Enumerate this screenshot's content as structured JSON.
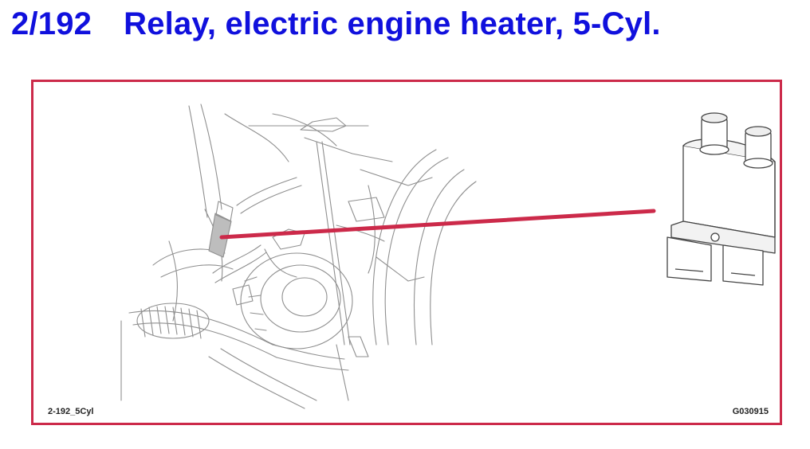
{
  "header": {
    "number": "2/192",
    "title": "Relay, electric engine heater, 5-Cyl."
  },
  "figure": {
    "ref_code": "2-192_5Cyl",
    "figure_id": "G030915"
  },
  "colors": {
    "title": "#1010dd",
    "frame": "#cc2a4a",
    "pointer": "#cc2a4a",
    "linework": "#8a8a8a"
  },
  "icons": [
    "engine-bay-illustration",
    "relay-component-icon",
    "pointer-line"
  ]
}
